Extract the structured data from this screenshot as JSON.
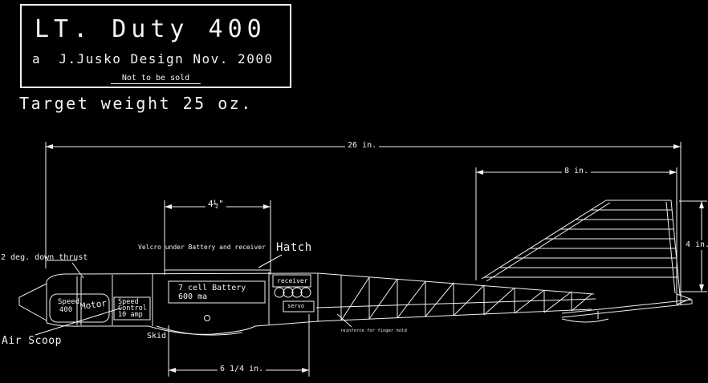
{
  "colors": {
    "background": "#000000",
    "line": "#f2f2f2"
  },
  "title_block": {
    "title": "LT. Duty 400",
    "subtitle": "a  J.Jusko Design Nov. 2000",
    "note": "Not to be sold"
  },
  "annotations": {
    "target_weight": "Target weight 25 oz.",
    "velcro_note": "Velcro under Battery and receiver",
    "hatch": "Hatch",
    "down_thrust": "2 deg. down thrust",
    "air_scoop": "Air Scoop",
    "skid": "Skid",
    "finger_hold_note": "reinforce for finger hold"
  },
  "dimensions": {
    "overall_length": "26 in.",
    "tail_moment": "8 in.",
    "fin_height": "4 in.",
    "hatch_length": "4½\"",
    "bay_length": "6 1/4 in."
  },
  "components": {
    "motor": {
      "line1": "Speed",
      "line2": "400",
      "line3": "Motor"
    },
    "speed_control": {
      "line1": "Speed",
      "line2": "Control",
      "line3": "10 amp"
    },
    "battery": {
      "line1": "7 cell Battery",
      "line2": "600 ma"
    },
    "receiver": "receiver",
    "servo": "servo"
  }
}
